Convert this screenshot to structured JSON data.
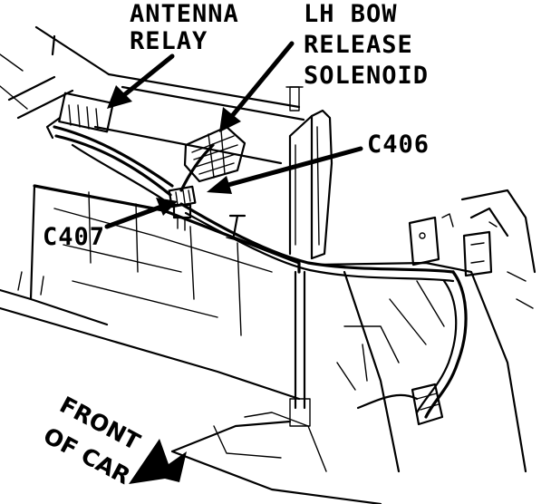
{
  "labels": {
    "antenna_relay_line1": "ANTENNA",
    "antenna_relay_line2": "RELAY",
    "bow_solenoid_line1": "LH BOW",
    "bow_solenoid_line2": "RELEASE",
    "bow_solenoid_line3": "SOLENOID",
    "c406": "C406",
    "c407": "C407",
    "front_line1": "FRONT",
    "front_line2": "OF CAR"
  },
  "colors": {
    "ink": "#000000",
    "paper": "#ffffff"
  }
}
